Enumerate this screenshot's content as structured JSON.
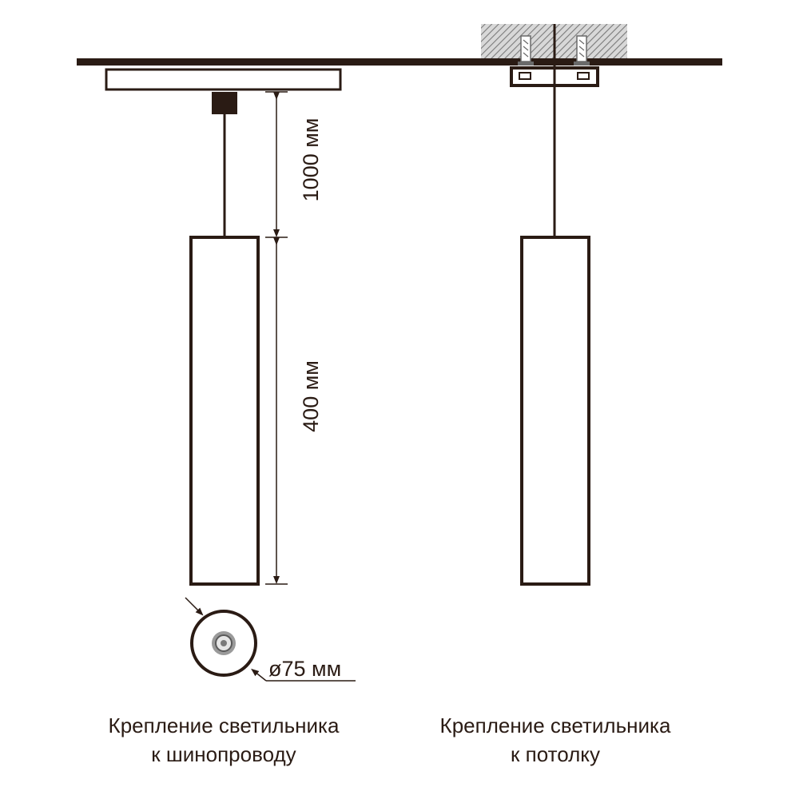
{
  "colors": {
    "line": "#2a1b14",
    "hatch": "#8a8a8a",
    "fitting": "#6a6a6a",
    "background": "#ffffff"
  },
  "dimensions": {
    "cable_length": "1000 мм",
    "body_length": "400 мм",
    "diameter": "ø75 мм"
  },
  "captions": {
    "track": {
      "line1": "Крепление светильника",
      "line2": "к шинопроводу"
    },
    "ceiling": {
      "line1": "Крепление светильника",
      "line2": "к потолку"
    }
  }
}
